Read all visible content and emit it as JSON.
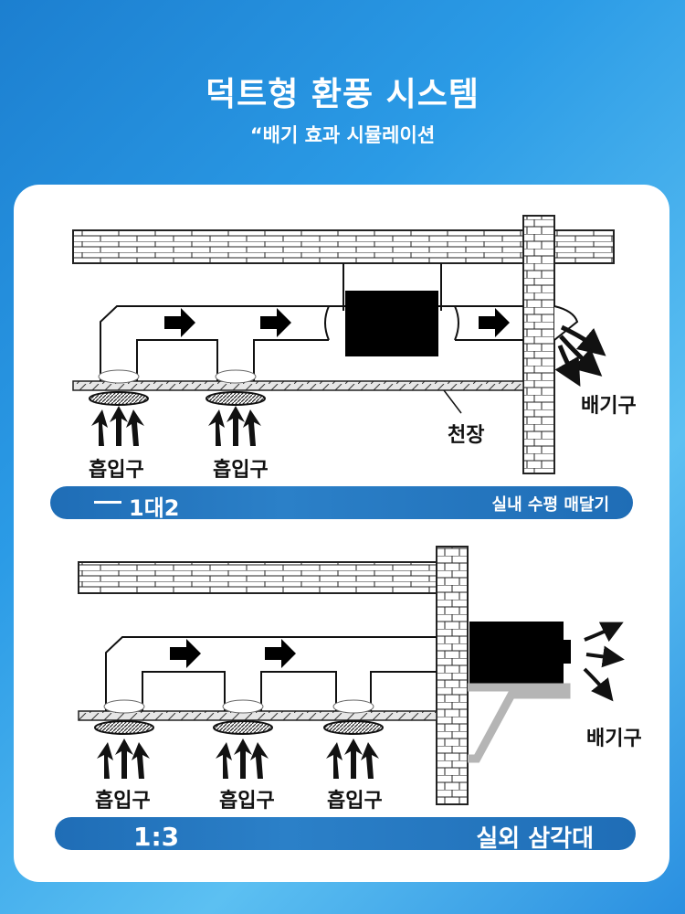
{
  "header": {
    "title": "덕트형 환풍 시스템",
    "subtitle": "“배기 효과 시뮬레이션"
  },
  "diagram1": {
    "inlet_label_1": "흡입구",
    "inlet_label_2": "흡입구",
    "ceiling_label": "천장",
    "exhaust_label": "배기구",
    "ratio": "1대2",
    "mount": "실내 수평 매달기"
  },
  "diagram2": {
    "inlet_label_1": "흡입구",
    "inlet_label_2": "흡입구",
    "inlet_label_3": "흡입구",
    "exhaust_label": "배기구",
    "ratio": "1:3",
    "mount": "실외 삼각대"
  },
  "colors": {
    "background": "#2b9be6",
    "banner": "#1f6db6",
    "card": "#ffffff"
  }
}
